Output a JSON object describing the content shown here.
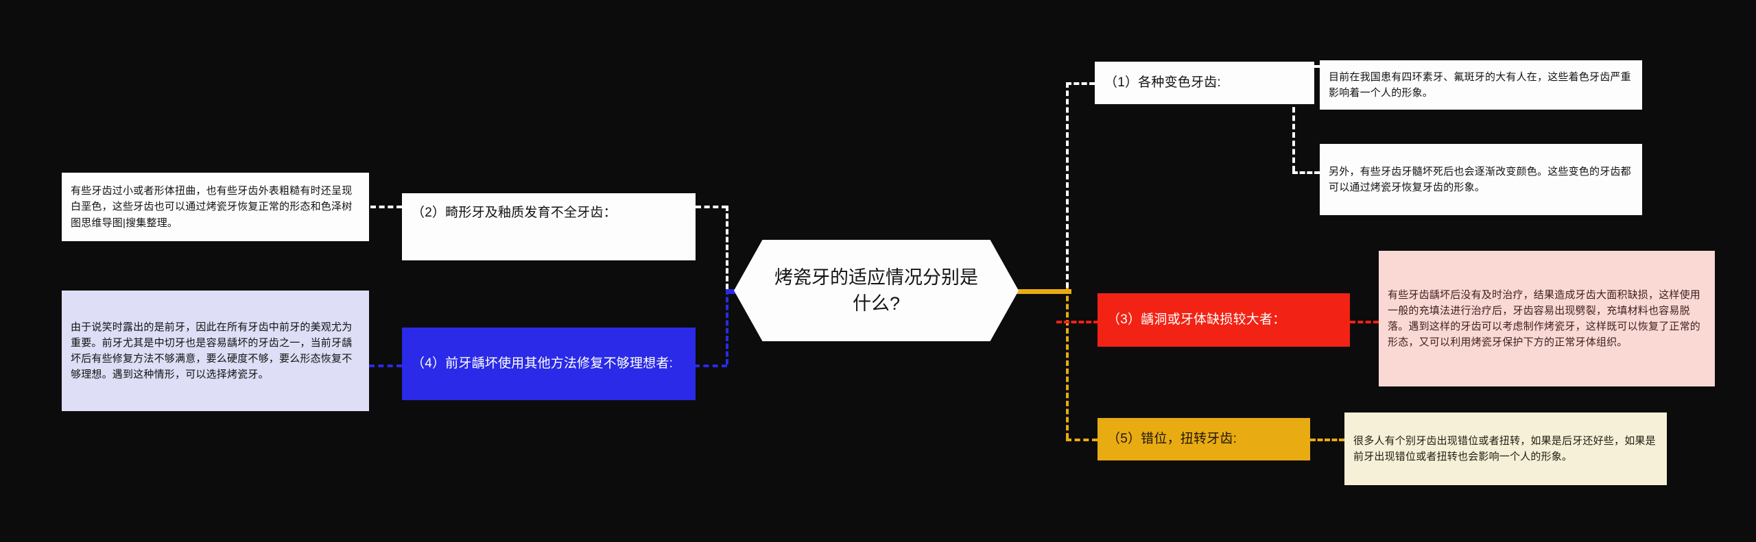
{
  "diagram": {
    "title": "烤瓷牙的适应情况分别是什么?",
    "background_color": "#0c0c0c",
    "type": "mind-map"
  },
  "center": {
    "text": "烤瓷牙的适应情况分别是什么?"
  },
  "branches": [
    {
      "id": "branch-1",
      "side": "right",
      "label": "（1）各种变色牙齿:",
      "color": "#fdfdfd",
      "connector_color": "#ffffff",
      "details": [
        "目前在我国患有四环素牙、氟斑牙的大有人在，这些着色牙齿严重影响着一个人的形象。",
        "另外，有些牙齿牙髓坏死后也会逐渐改变颜色。这些变色的牙齿都可以通过烤瓷牙恢复牙齿的形象。"
      ]
    },
    {
      "id": "branch-2",
      "side": "left",
      "label": "（2）畸形牙及釉质发育不全牙齿：",
      "color": "#fdfdfd",
      "connector_color": "#ffffff",
      "details": [
        "有些牙齿过小或者形体扭曲，也有些牙齿外表粗糙有时还呈现白垩色，这些牙齿也可以通过烤瓷牙恢复正常的形态和色泽树图思维导图|搜集整理。"
      ]
    },
    {
      "id": "branch-3",
      "side": "right",
      "label": "（3）龋洞或牙体缺损较大者：",
      "color": "#f22314",
      "connector_color": "#f22314",
      "details": [
        "有些牙齿龋坏后没有及时治疗，结果造成牙齿大面积缺损，这样使用一般的充填法进行治疗后，牙齿容易出现劈裂，充填材料也容易脱落。遇到这样的牙齿可以考虑制作烤瓷牙，这样既可以恢复了正常的形态，又可以利用烤瓷牙保护下方的正常牙体组织。"
      ]
    },
    {
      "id": "branch-4",
      "side": "left",
      "label": "（4）前牙龋坏使用其他方法修复不够理想者:",
      "color": "#2a2ae8",
      "connector_color": "#2a2ae8",
      "details": [
        "由于说笑时露出的是前牙，因此在所有牙齿中前牙的美观尤为重要。前牙尤其是中切牙也是容易龋坏的牙齿之一，当前牙龋坏后有些修复方法不够满意，要么硬度不够，要么形态恢复不够理想。遇到这种情形，可以选择烤瓷牙。"
      ]
    },
    {
      "id": "branch-5",
      "side": "right",
      "label": "（5）错位，扭转牙齿:",
      "color": "#e8ab12",
      "connector_color": "#e8ab12",
      "details": [
        "很多人有个别牙齿出现错位或者扭转，如果是后牙还好些，如果是前牙出现错位或者扭转也会影响一个人的形象。"
      ]
    }
  ]
}
